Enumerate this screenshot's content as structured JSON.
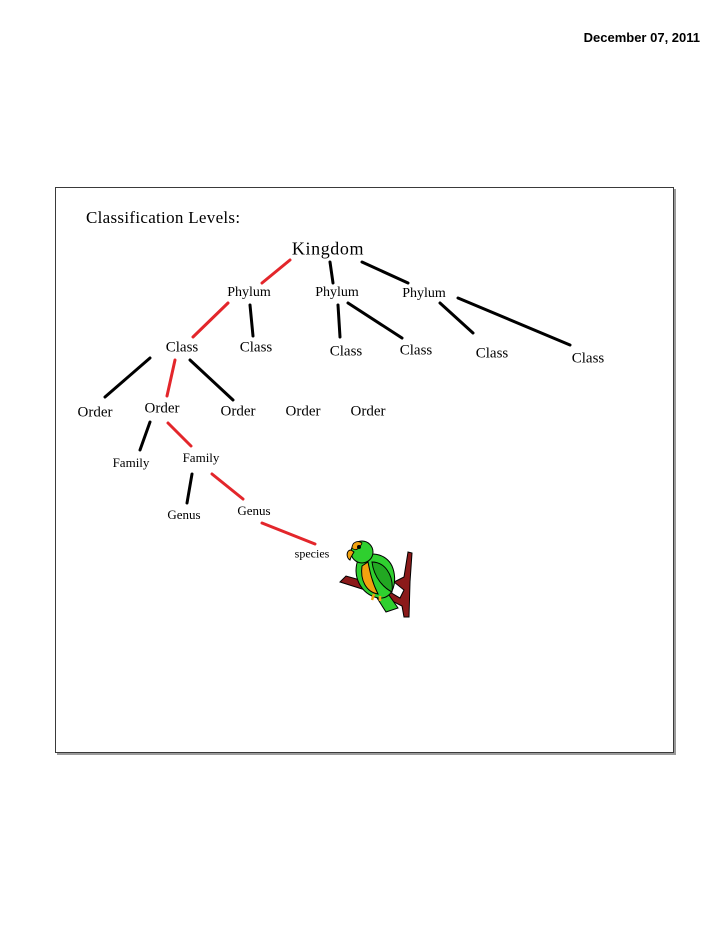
{
  "date": "December 07, 2011",
  "heading": "Classification Levels:",
  "nodes": {
    "kingdom": "Kingdom",
    "phylum_1": "Phylum",
    "phylum_2": "Phylum",
    "phylum_3": "Phylum",
    "class_1": "Class",
    "class_2": "Class",
    "class_3": "Class",
    "class_4": "Class",
    "class_5": "Class",
    "class_6": "Class",
    "order_1": "Order",
    "order_2": "Order",
    "order_3": "Order",
    "order_4": "Order",
    "order_5": "Order",
    "family_1": "Family",
    "family_2": "Family",
    "genus_1": "Genus",
    "genus_2": "Genus",
    "species": "species"
  },
  "colors": {
    "path": "#e3262b",
    "branch": "#000000",
    "parrot_green": "#2fcf2f",
    "parrot_orange": "#f2a20f",
    "branch_wood": "#8b1a1a"
  },
  "icons": [
    "parrot-icon"
  ]
}
